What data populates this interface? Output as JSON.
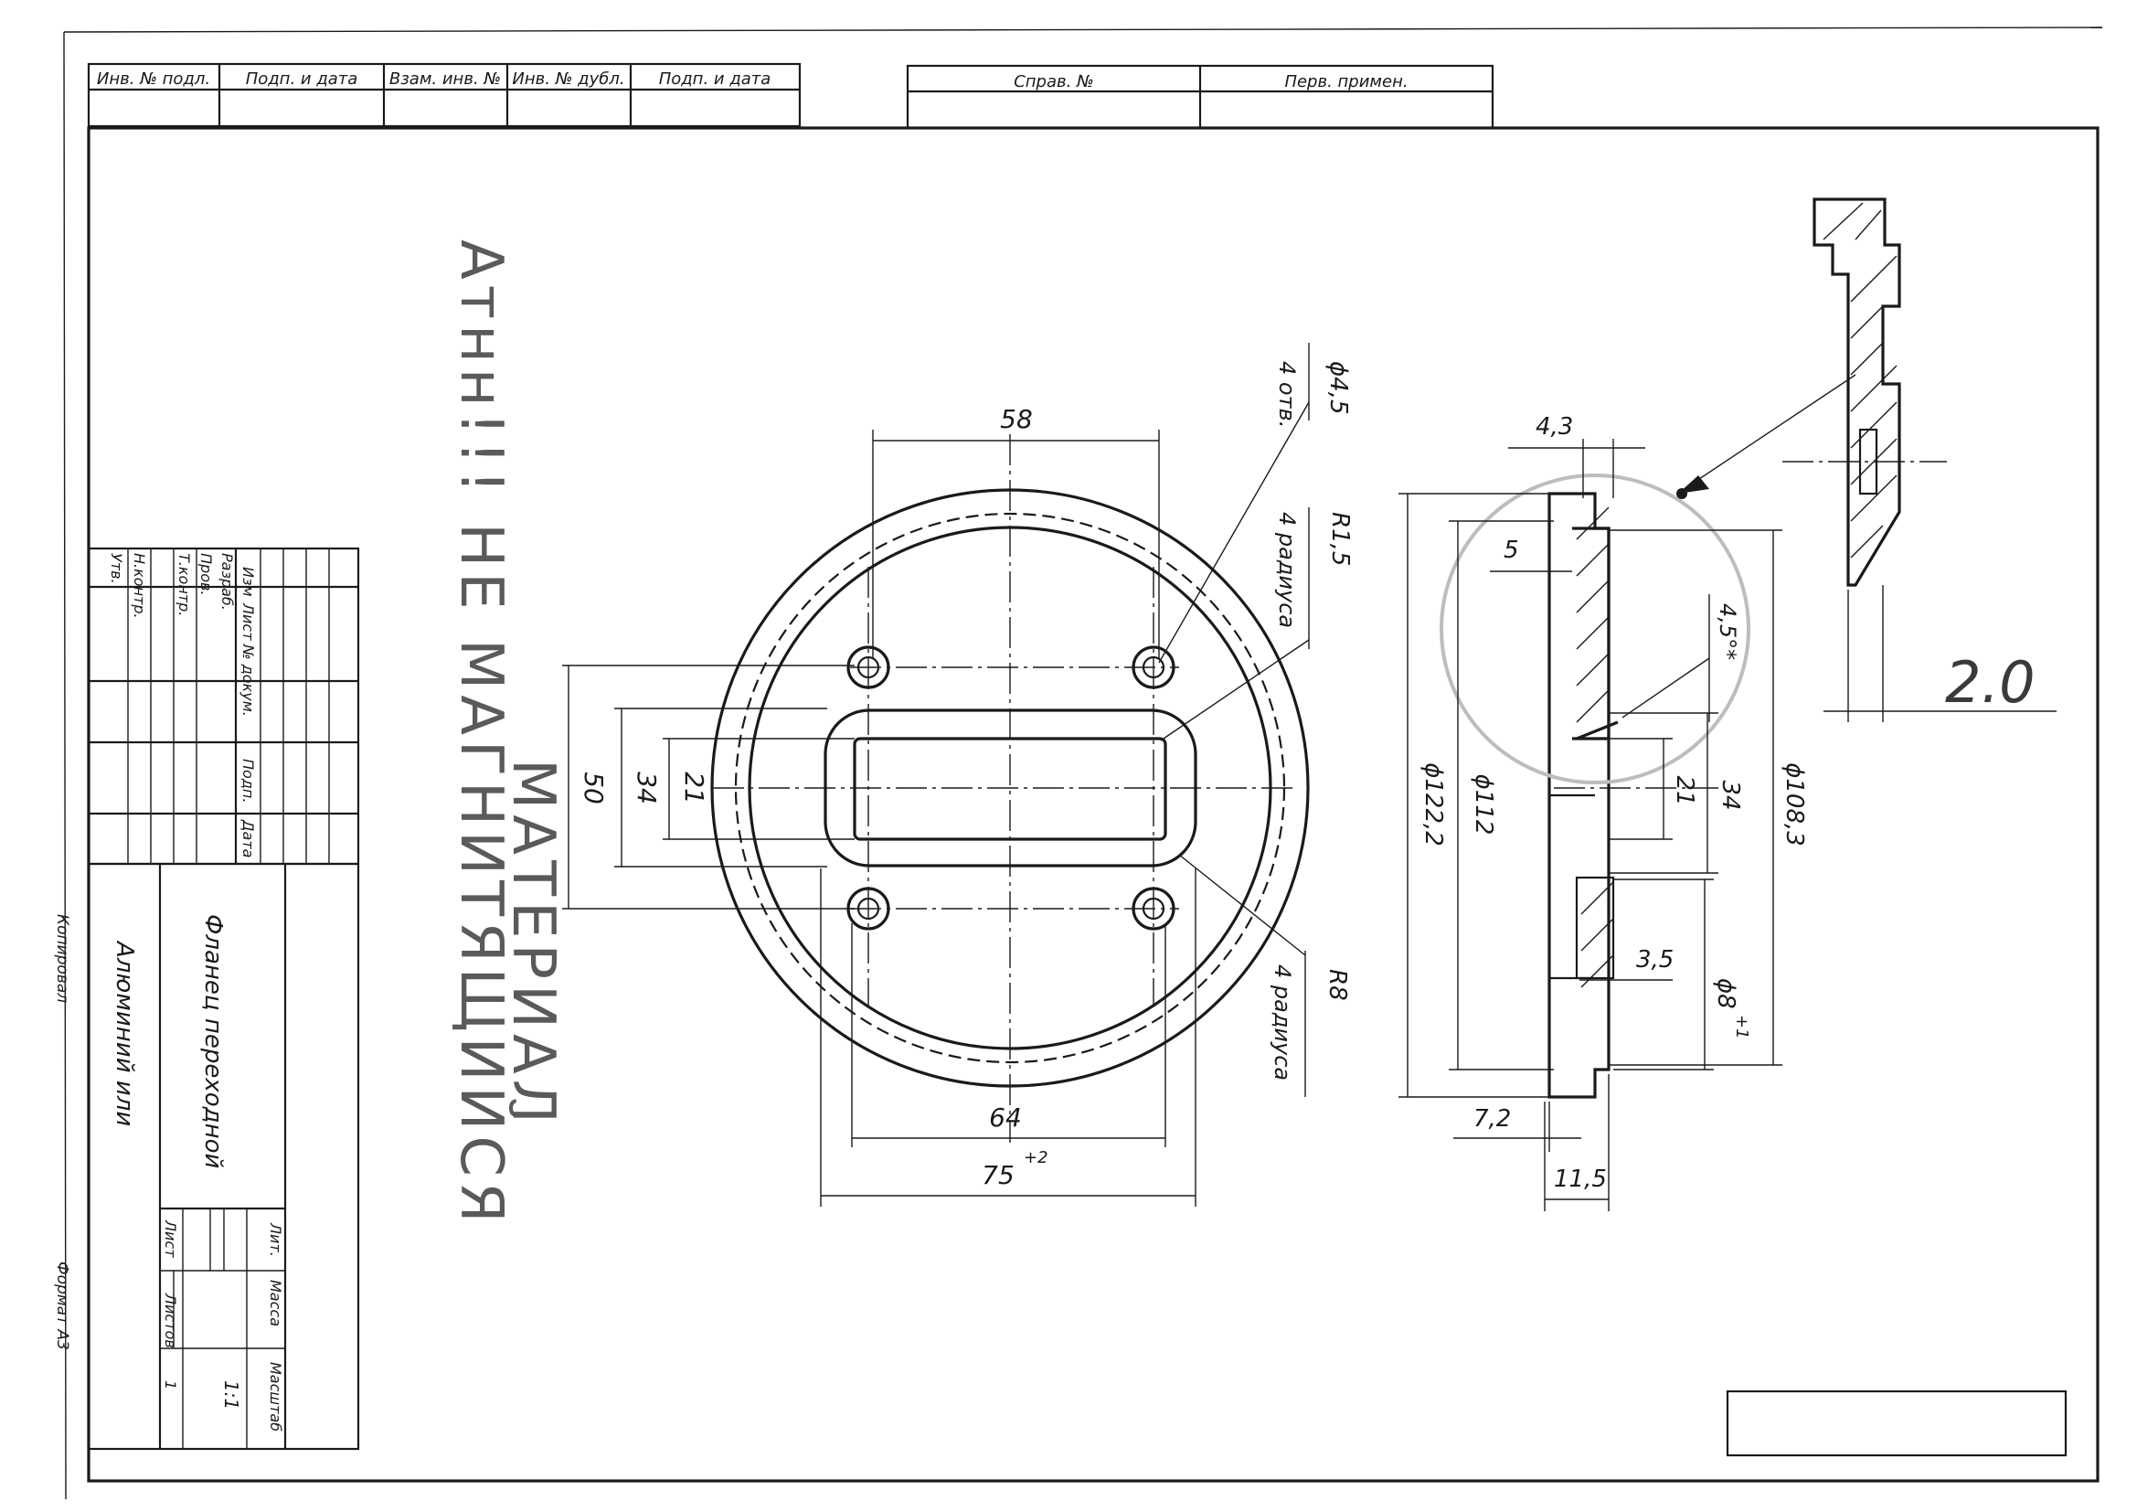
{
  "top_stamp": {
    "left_cells": [
      "Инв. № подл.",
      "Подп. и дата",
      "Взам. инв. №",
      "Инв. № дубл.",
      "Подп. и дата"
    ],
    "right_cells": [
      "Справ. №",
      "Перв. примен."
    ]
  },
  "title_block": {
    "header_cells": [
      "Изм",
      "Лист",
      "№ докум.",
      "Подп.",
      "Дата"
    ],
    "role_cells": [
      "Разраб.",
      "Пров.",
      "Т.контр.",
      "Н.контр.",
      "Утв."
    ],
    "part_name": "Фланец переходной",
    "material": "Алюминий или",
    "lit_label": "Лит.",
    "mass_label": "Масса",
    "scale_label": "Масштаб",
    "scale_value": "1:1",
    "sheet_label": "Лист",
    "sheets_label": "Листов",
    "sheets_value": "1"
  },
  "bottom_left": {
    "copied": "Копировал",
    "format": "Формат   А3"
  },
  "handwritten_note": {
    "line1": "Атнн!!! НЕ МАГНИТЯЩИЙСЯ",
    "line2": "МАТЕРИАЛ"
  },
  "front_view": {
    "dim_58": "58",
    "dim_64": "64",
    "dim_75": "75",
    "dim_75_tol": "+2",
    "dim_50": "50",
    "dim_34": "34",
    "dim_21": "21",
    "hole_dia": "ϕ4,5",
    "hole_count": "4 отв.",
    "r15": "R1,5",
    "r15_note": "4 радиуса",
    "r8": "R8",
    "r8_note": "4 радиуса"
  },
  "section_view": {
    "dim_4_3": "4,3",
    "dim_5": "5",
    "dim_45": "4,5°*",
    "dim_122_2": "ϕ122,2",
    "dim_112": "ϕ112",
    "dim_108_3": "ϕ108,3",
    "dim_34": "34",
    "dim_21": "21",
    "dim_3_5": "3,5",
    "dim_8": "ϕ8",
    "dim_8_tol": "+1",
    "dim_7_2": "7,2",
    "dim_11_5": "11,5"
  },
  "detail_view": {
    "dim_2_0": "2.0"
  }
}
